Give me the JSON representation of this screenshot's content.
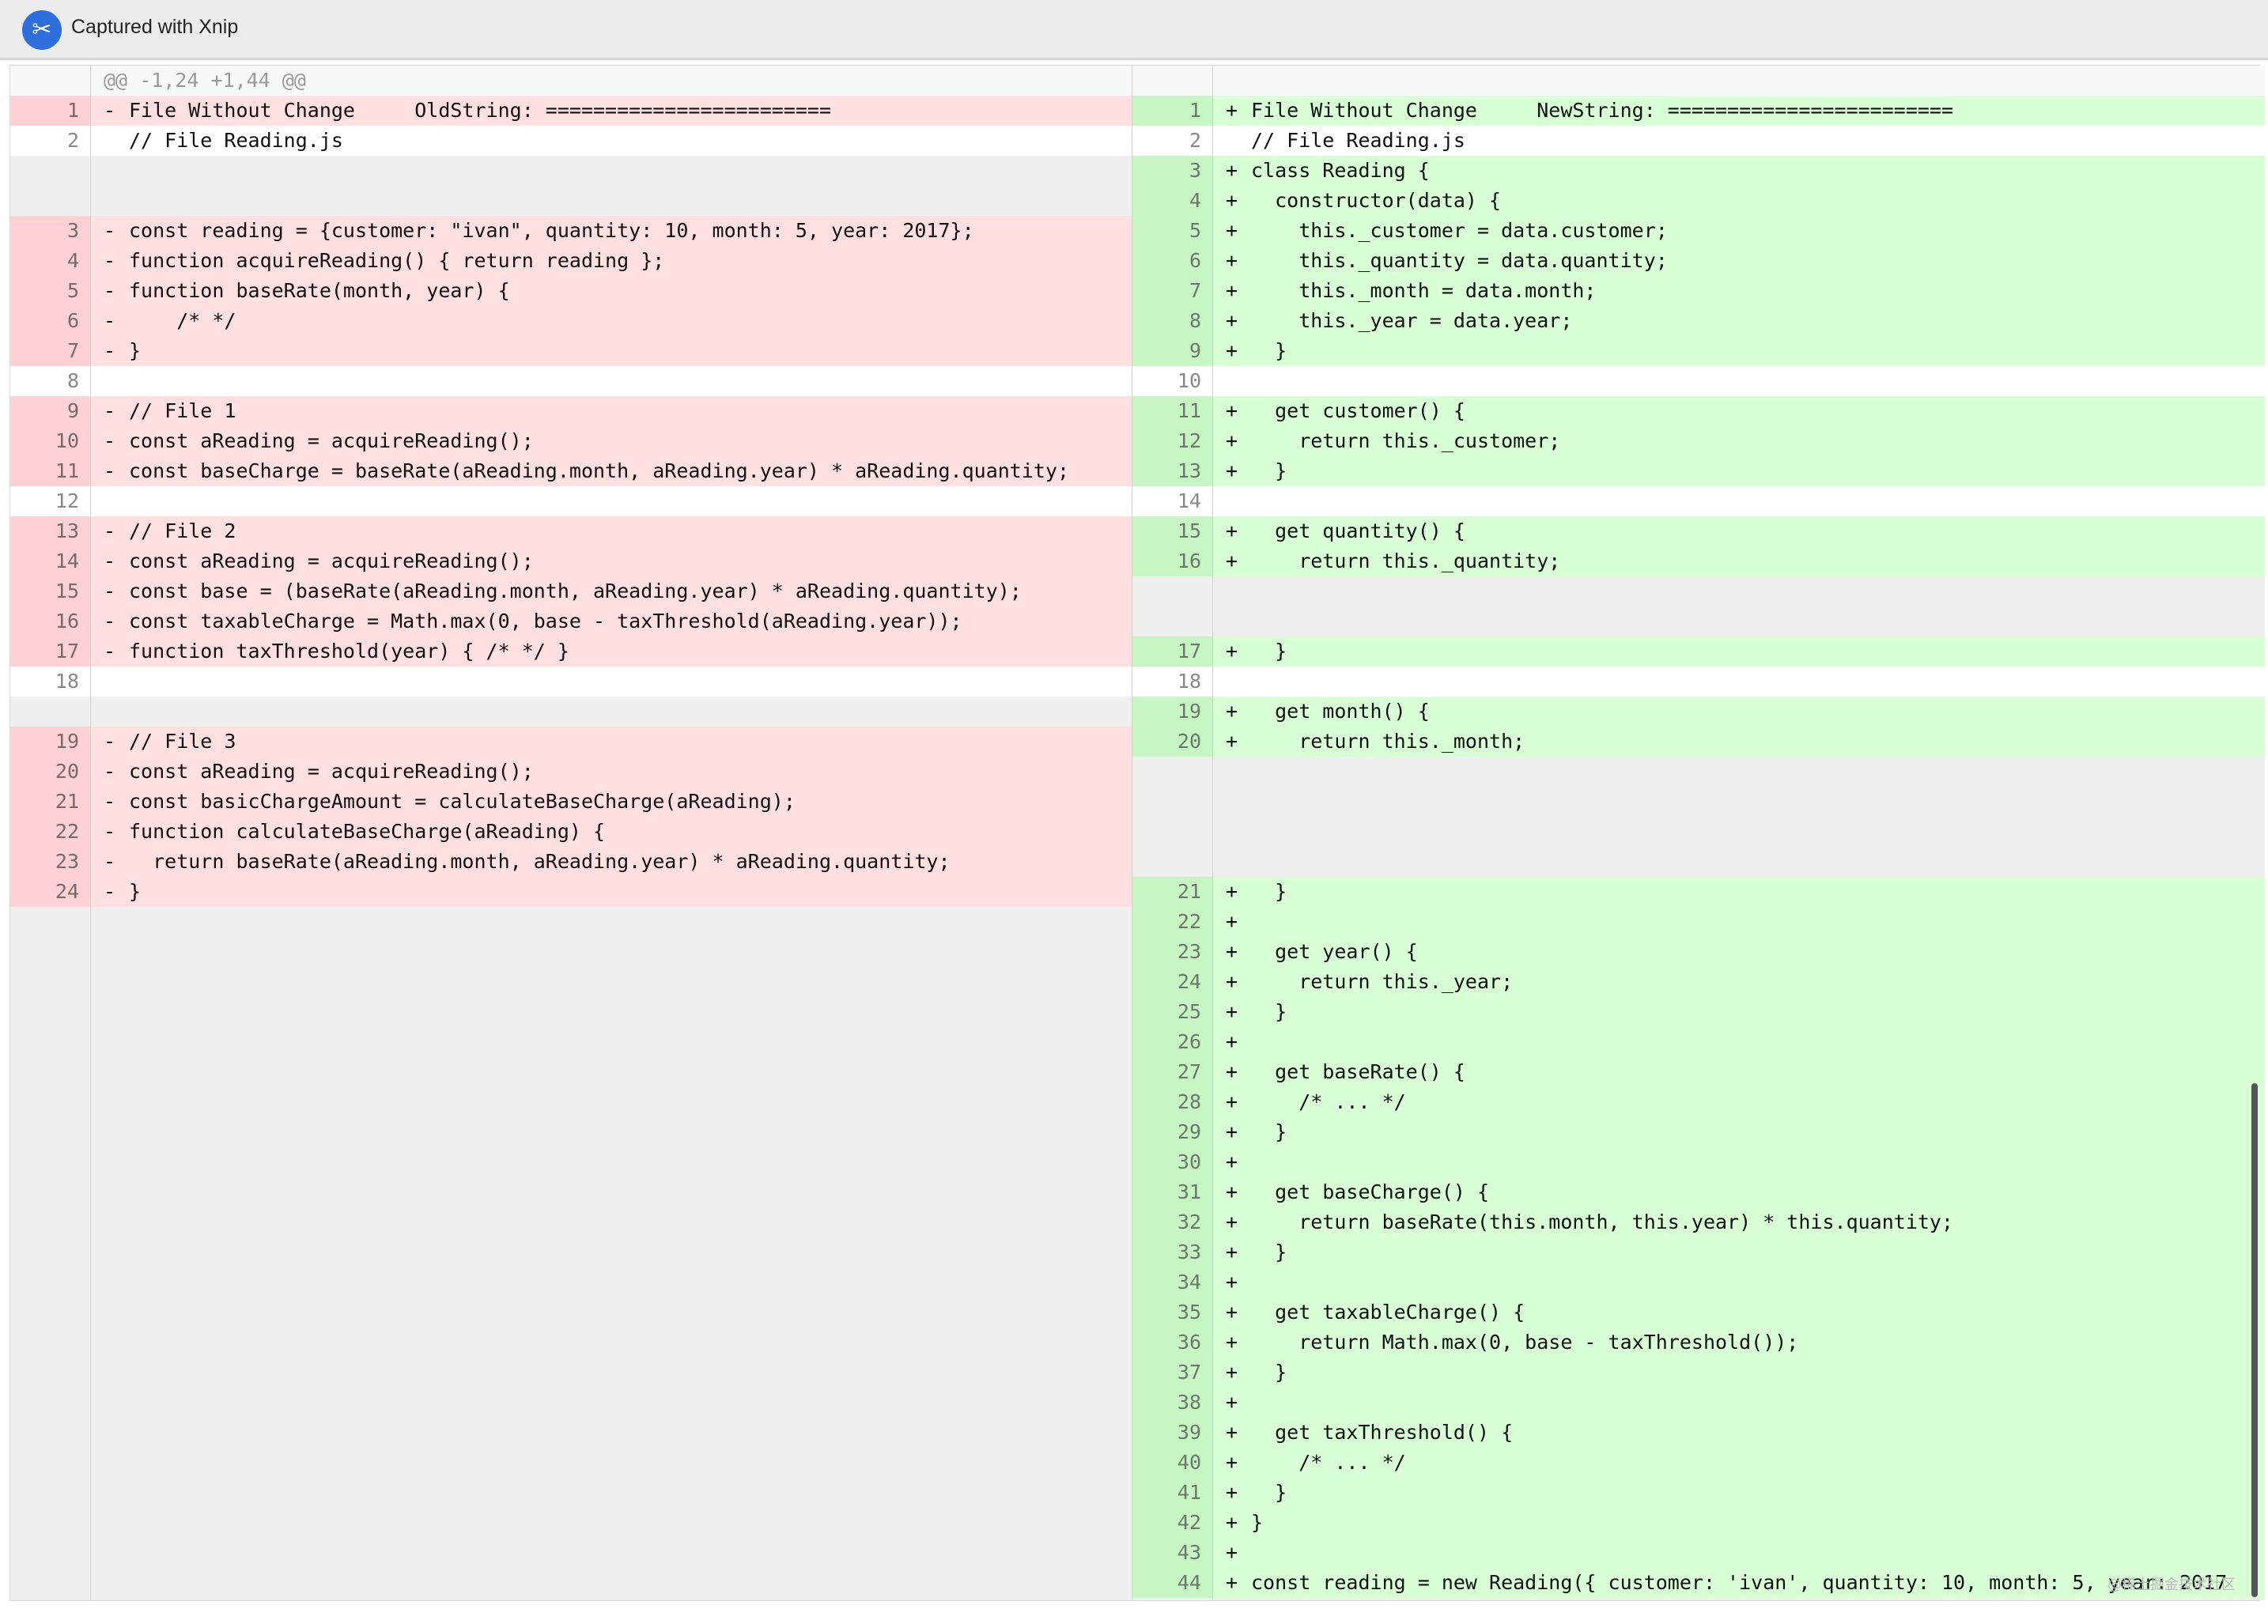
{
  "window": {
    "title": "Captured with Xnip",
    "icon": "xnip-scissors-icon"
  },
  "hunk_header": "@@ -1,24 +1,44 @@",
  "watermark": "@稀土掘金技术社区",
  "colors": {
    "deleted_bg": "#ffdfe2",
    "added_bg": "#d8ffd6",
    "context_bg": "#ffffff",
    "empty_bg": "#efefef"
  },
  "left_rows": [
    {
      "row": 0,
      "type": "hunk",
      "num": "",
      "sign": "",
      "text": "@@ -1,24 +1,44 @@"
    },
    {
      "row": 1,
      "type": "del",
      "num": "1",
      "sign": "-",
      "text": "File Without Change     OldString: ========================"
    },
    {
      "row": 2,
      "type": "ctx",
      "num": "2",
      "sign": "",
      "text": "// File Reading.js"
    },
    {
      "row": 5,
      "type": "del",
      "num": "3",
      "sign": "-",
      "text": "const reading = {customer: \"ivan\", quantity: 10, month: 5, year: 2017};"
    },
    {
      "row": 6,
      "type": "del",
      "num": "4",
      "sign": "-",
      "text": "function acquireReading() { return reading };"
    },
    {
      "row": 7,
      "type": "del",
      "num": "5",
      "sign": "-",
      "text": "function baseRate(month, year) {"
    },
    {
      "row": 8,
      "type": "del",
      "num": "6",
      "sign": "-",
      "text": "    /* */"
    },
    {
      "row": 9,
      "type": "del",
      "num": "7",
      "sign": "-",
      "text": "}"
    },
    {
      "row": 10,
      "type": "ctx",
      "num": "8",
      "sign": "",
      "text": ""
    },
    {
      "row": 11,
      "type": "del",
      "num": "9",
      "sign": "-",
      "text": "// File 1"
    },
    {
      "row": 12,
      "type": "del",
      "num": "10",
      "sign": "-",
      "text": "const aReading = acquireReading();"
    },
    {
      "row": 13,
      "type": "del",
      "num": "11",
      "sign": "-",
      "text": "const baseCharge = baseRate(aReading.month, aReading.year) * aReading.quantity;"
    },
    {
      "row": 14,
      "type": "ctx",
      "num": "12",
      "sign": "",
      "text": ""
    },
    {
      "row": 15,
      "type": "del",
      "num": "13",
      "sign": "-",
      "text": "// File 2"
    },
    {
      "row": 16,
      "type": "del",
      "num": "14",
      "sign": "-",
      "text": "const aReading = acquireReading();"
    },
    {
      "row": 17,
      "type": "del",
      "num": "15",
      "sign": "-",
      "text": "const base = (baseRate(aReading.month, aReading.year) * aReading.quantity);"
    },
    {
      "row": 18,
      "type": "del",
      "num": "16",
      "sign": "-",
      "text": "const taxableCharge = Math.max(0, base - taxThreshold(aReading.year));"
    },
    {
      "row": 19,
      "type": "del",
      "num": "17",
      "sign": "-",
      "text": "function taxThreshold(year) { /* */ }"
    },
    {
      "row": 20,
      "type": "ctx",
      "num": "18",
      "sign": "",
      "text": ""
    },
    {
      "row": 22,
      "type": "del",
      "num": "19",
      "sign": "-",
      "text": "// File 3"
    },
    {
      "row": 23,
      "type": "del",
      "num": "20",
      "sign": "-",
      "text": "const aReading = acquireReading();"
    },
    {
      "row": 24,
      "type": "del",
      "num": "21",
      "sign": "-",
      "text": "const basicChargeAmount = calculateBaseCharge(aReading);"
    },
    {
      "row": 25,
      "type": "del",
      "num": "22",
      "sign": "-",
      "text": "function calculateBaseCharge(aReading) {"
    },
    {
      "row": 26,
      "type": "del",
      "num": "23",
      "sign": "-",
      "text": "  return baseRate(aReading.month, aReading.year) * aReading.quantity;"
    },
    {
      "row": 27,
      "type": "del",
      "num": "24",
      "sign": "-",
      "text": "}"
    }
  ],
  "right_rows": [
    {
      "row": 0,
      "type": "hunk",
      "num": "",
      "sign": "",
      "text": ""
    },
    {
      "row": 1,
      "type": "add",
      "num": "1",
      "sign": "+",
      "text": "File Without Change     NewString: ========================"
    },
    {
      "row": 2,
      "type": "ctx",
      "num": "2",
      "sign": "",
      "text": "// File Reading.js"
    },
    {
      "row": 3,
      "type": "add",
      "num": "3",
      "sign": "+",
      "text": "class Reading {"
    },
    {
      "row": 4,
      "type": "add",
      "num": "4",
      "sign": "+",
      "text": "  constructor(data) {"
    },
    {
      "row": 5,
      "type": "add",
      "num": "5",
      "sign": "+",
      "text": "    this._customer = data.customer;"
    },
    {
      "row": 6,
      "type": "add",
      "num": "6",
      "sign": "+",
      "text": "    this._quantity = data.quantity;"
    },
    {
      "row": 7,
      "type": "add",
      "num": "7",
      "sign": "+",
      "text": "    this._month = data.month;"
    },
    {
      "row": 8,
      "type": "add",
      "num": "8",
      "sign": "+",
      "text": "    this._year = data.year;"
    },
    {
      "row": 9,
      "type": "add",
      "num": "9",
      "sign": "+",
      "text": "  }"
    },
    {
      "row": 10,
      "type": "ctx",
      "num": "10",
      "sign": "",
      "text": ""
    },
    {
      "row": 11,
      "type": "add",
      "num": "11",
      "sign": "+",
      "text": "  get customer() {"
    },
    {
      "row": 12,
      "type": "add",
      "num": "12",
      "sign": "+",
      "text": "    return this._customer;"
    },
    {
      "row": 13,
      "type": "add",
      "num": "13",
      "sign": "+",
      "text": "  }"
    },
    {
      "row": 14,
      "type": "ctx",
      "num": "14",
      "sign": "",
      "text": ""
    },
    {
      "row": 15,
      "type": "add",
      "num": "15",
      "sign": "+",
      "text": "  get quantity() {"
    },
    {
      "row": 16,
      "type": "add",
      "num": "16",
      "sign": "+",
      "text": "    return this._quantity;"
    },
    {
      "row": 19,
      "type": "add",
      "num": "17",
      "sign": "+",
      "text": "  }"
    },
    {
      "row": 20,
      "type": "ctx",
      "num": "18",
      "sign": "",
      "text": ""
    },
    {
      "row": 21,
      "type": "add",
      "num": "19",
      "sign": "+",
      "text": "  get month() {"
    },
    {
      "row": 22,
      "type": "add",
      "num": "20",
      "sign": "+",
      "text": "    return this._month;"
    },
    {
      "row": 27,
      "type": "add",
      "num": "21",
      "sign": "+",
      "text": "  }"
    },
    {
      "row": 28,
      "type": "add",
      "num": "22",
      "sign": "+",
      "text": ""
    },
    {
      "row": 29,
      "type": "add",
      "num": "23",
      "sign": "+",
      "text": "  get year() {"
    },
    {
      "row": 30,
      "type": "add",
      "num": "24",
      "sign": "+",
      "text": "    return this._year;"
    },
    {
      "row": 31,
      "type": "add",
      "num": "25",
      "sign": "+",
      "text": "  }"
    },
    {
      "row": 32,
      "type": "add",
      "num": "26",
      "sign": "+",
      "text": ""
    },
    {
      "row": 33,
      "type": "add",
      "num": "27",
      "sign": "+",
      "text": "  get baseRate() {"
    },
    {
      "row": 34,
      "type": "add",
      "num": "28",
      "sign": "+",
      "text": "    /* ... */"
    },
    {
      "row": 35,
      "type": "add",
      "num": "29",
      "sign": "+",
      "text": "  }"
    },
    {
      "row": 36,
      "type": "add",
      "num": "30",
      "sign": "+",
      "text": ""
    },
    {
      "row": 37,
      "type": "add",
      "num": "31",
      "sign": "+",
      "text": "  get baseCharge() {"
    },
    {
      "row": 38,
      "type": "add",
      "num": "32",
      "sign": "+",
      "text": "    return baseRate(this.month, this.year) * this.quantity;"
    },
    {
      "row": 39,
      "type": "add",
      "num": "33",
      "sign": "+",
      "text": "  }"
    },
    {
      "row": 40,
      "type": "add",
      "num": "34",
      "sign": "+",
      "text": ""
    },
    {
      "row": 41,
      "type": "add",
      "num": "35",
      "sign": "+",
      "text": "  get taxableCharge() {"
    },
    {
      "row": 42,
      "type": "add",
      "num": "36",
      "sign": "+",
      "text": "    return Math.max(0, base - taxThreshold());"
    },
    {
      "row": 43,
      "type": "add",
      "num": "37",
      "sign": "+",
      "text": "  }"
    },
    {
      "row": 44,
      "type": "add",
      "num": "38",
      "sign": "+",
      "text": ""
    },
    {
      "row": 45,
      "type": "add",
      "num": "39",
      "sign": "+",
      "text": "  get taxThreshold() {"
    },
    {
      "row": 46,
      "type": "add",
      "num": "40",
      "sign": "+",
      "text": "    /* ... */"
    },
    {
      "row": 47,
      "type": "add",
      "num": "41",
      "sign": "+",
      "text": "  }"
    },
    {
      "row": 48,
      "type": "add",
      "num": "42",
      "sign": "+",
      "text": "}"
    },
    {
      "row": 49,
      "type": "add",
      "num": "43",
      "sign": "+",
      "text": ""
    },
    {
      "row": 50,
      "type": "add",
      "num": "44",
      "sign": "+",
      "text": "const reading = new Reading({ customer: 'ivan', quantity: 10, month: 5, year: 2017"
    }
  ]
}
